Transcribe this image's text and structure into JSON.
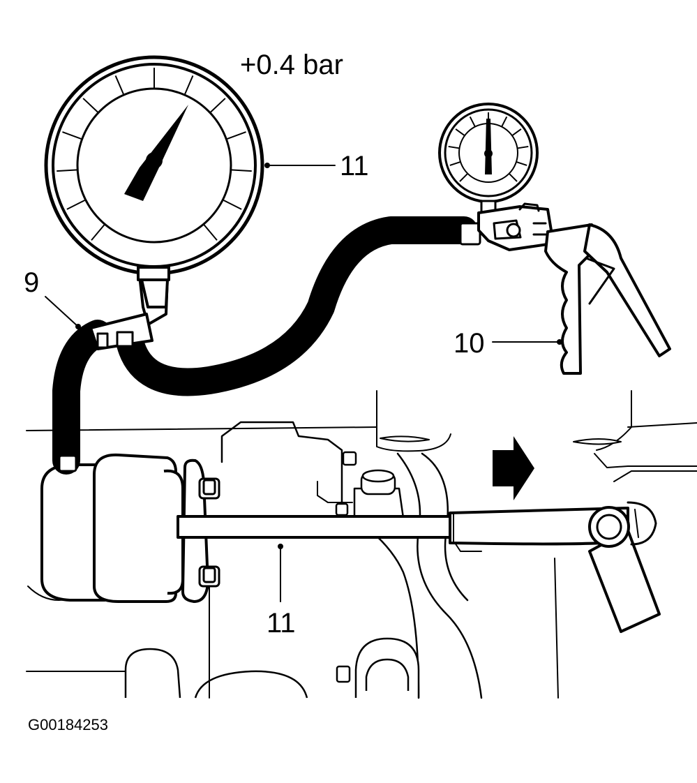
{
  "figure": {
    "pressure_reading": "+0.4 bar",
    "callouts": {
      "gauge": "11",
      "vacuum_pump": "10",
      "hose": "9",
      "rod": "11"
    },
    "figure_code": "G00184253"
  },
  "colors": {
    "ink": "#000000",
    "paper": "#ffffff"
  }
}
